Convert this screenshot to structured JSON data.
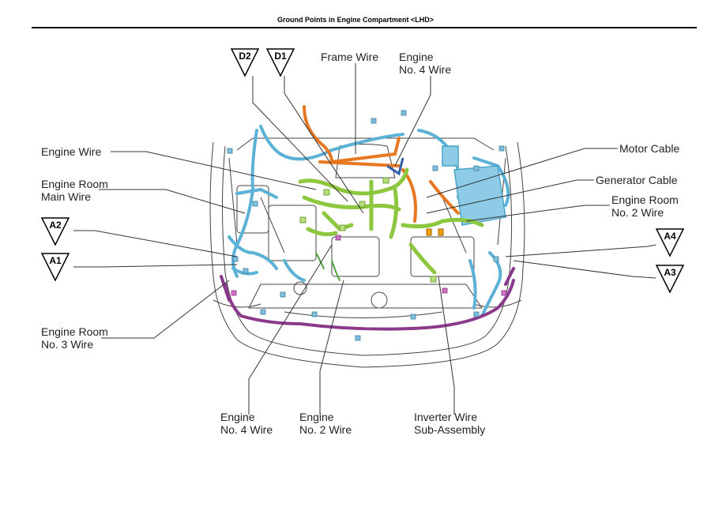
{
  "title": "Ground Points in Engine Compartment <LHD>",
  "labels": {
    "engine_wire": [
      "Engine Wire"
    ],
    "engine_room_main_wire": [
      "Engine Room",
      "Main Wire"
    ],
    "engine_room_no3_wire": [
      "Engine Room",
      "No. 3 Wire"
    ],
    "frame_wire": [
      "Frame Wire"
    ],
    "engine_no4_wire_top": [
      "Engine",
      "No. 4 Wire"
    ],
    "motor_cable": [
      "Motor Cable"
    ],
    "generator_cable": [
      "Generator Cable"
    ],
    "engine_room_no2_wire": [
      "Engine Room",
      "No. 2 Wire"
    ],
    "engine_no4_wire_bottom": [
      "Engine",
      "No. 4 Wire"
    ],
    "engine_no2_wire": [
      "Engine",
      "No. 2 Wire"
    ],
    "inverter_wire": [
      "Inverter Wire",
      "Sub-Assembly"
    ]
  },
  "ground_points": {
    "d2": "D2",
    "d1": "D1",
    "a2": "A2",
    "a1": "A1",
    "a4": "A4",
    "a3": "A3"
  },
  "colors": {
    "frame_wire": "#e87722",
    "engine_wire": "#8dc63f",
    "engine_room_main": "#5bb1d6",
    "engine_room_no3": "#8b3a8b",
    "inverter": "#4aa3c8",
    "body_outline": "#444444"
  }
}
